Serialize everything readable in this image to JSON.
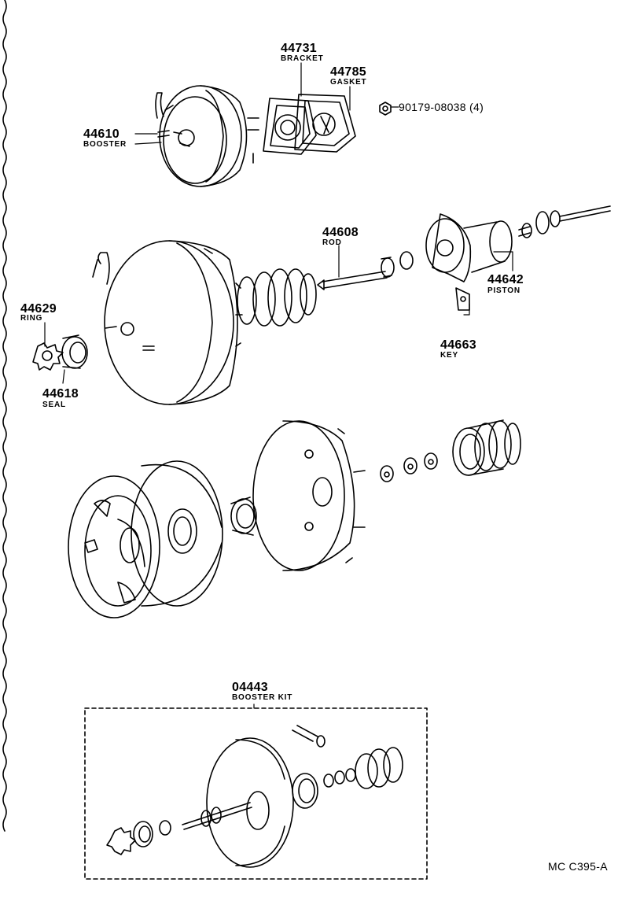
{
  "parts": [
    {
      "id": "p44731",
      "number": "44731",
      "name": "BRACKET"
    },
    {
      "id": "p44785",
      "number": "44785",
      "name": "GASKET"
    },
    {
      "id": "p90179",
      "number": "90179-08038",
      "qty": "(4)"
    },
    {
      "id": "p44610",
      "number": "44610",
      "name": "BOOSTER"
    },
    {
      "id": "p44608",
      "number": "44608",
      "name": "ROD"
    },
    {
      "id": "p44642",
      "number": "44642",
      "name": "PISTON"
    },
    {
      "id": "p44629",
      "number": "44629",
      "name": "RING"
    },
    {
      "id": "p44663",
      "number": "44663",
      "name": "KEY"
    },
    {
      "id": "p44618",
      "number": "44618",
      "name": "SEAL"
    },
    {
      "id": "p04443",
      "number": "04443",
      "name": "BOOSTER KIT"
    }
  ],
  "figure_ref": "MC C395-A"
}
